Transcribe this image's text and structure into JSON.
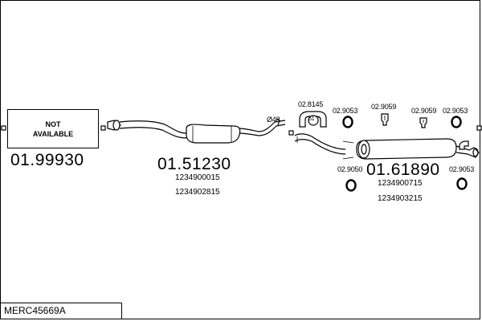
{
  "not_available": {
    "line1": "NOT",
    "line2": "AVAILABLE"
  },
  "part_1": {
    "number": "01.99930"
  },
  "part_2": {
    "number": "01.51230",
    "refs": [
      "1234900015",
      "1234902815"
    ]
  },
  "part_3": {
    "number": "01.61890",
    "refs": [
      "1234900715",
      "1234903215"
    ]
  },
  "accessories": {
    "clamp_label": "Ø48",
    "hanger_a": "02.8145",
    "hanger_a_badge": "51",
    "ring_a": "02.9053",
    "bolt_a": "02.9059",
    "bolt_b": "02.9059",
    "ring_b": "02.9053",
    "ring_c": "02.9050",
    "ring_d": "02.9053"
  },
  "model": {
    "code": "MERC45669A"
  }
}
